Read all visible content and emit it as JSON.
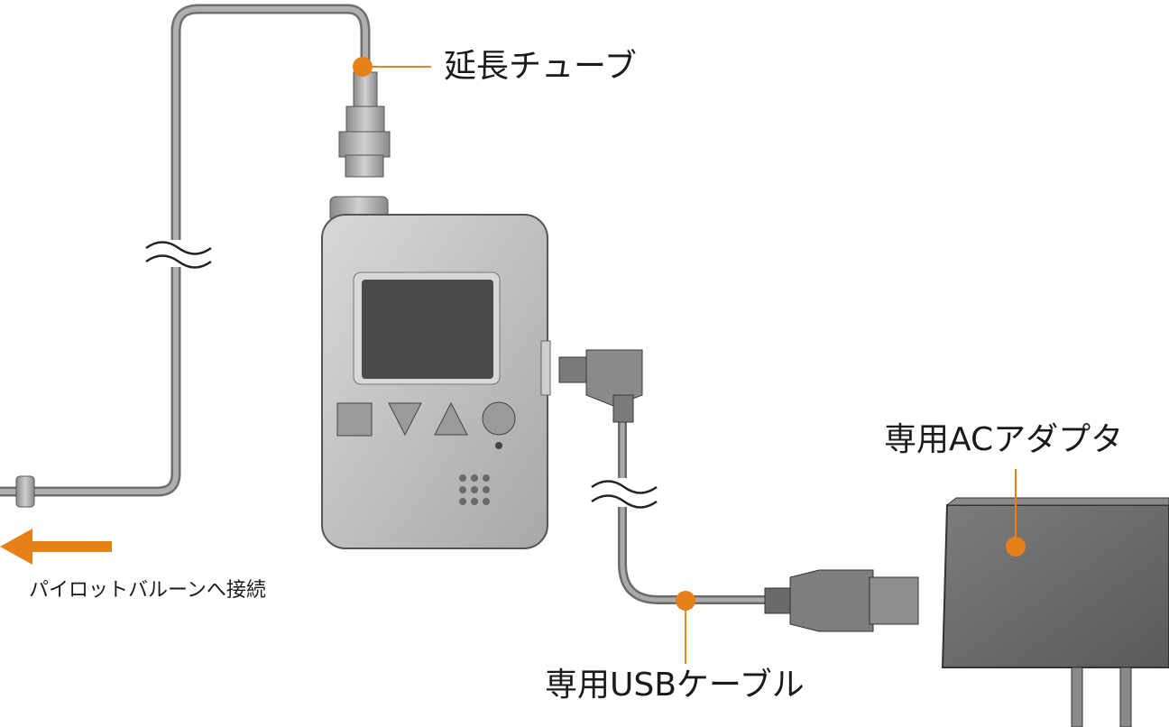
{
  "labels": {
    "extension_tube": "延長チューブ",
    "ac_adapter": "専用ACアダプタ",
    "usb_cable": "専用USBケーブル",
    "pilot_balloon": "パイロットバルーンへ接続"
  },
  "colors": {
    "accent": "#e8801a",
    "device_body": "#bdbdbd",
    "screen": "#4a4a4a",
    "adapter": "#6e6e6e",
    "tube": "#9a9a9a",
    "text": "#1a1a1a"
  },
  "icons": {
    "arrow": "arrow-left",
    "break_mark": "wavy-break"
  }
}
